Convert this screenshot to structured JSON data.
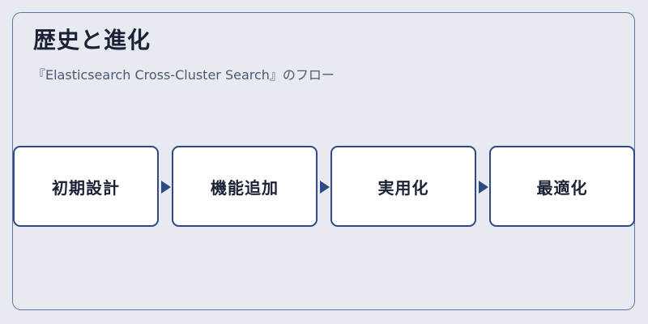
{
  "diagram": {
    "title": "歴史と進化",
    "subtitle": "『Elasticsearch Cross-Cluster Search』のフロー",
    "steps": [
      {
        "label": "初期設計"
      },
      {
        "label": "機能追加"
      },
      {
        "label": "実用化"
      },
      {
        "label": "最適化"
      }
    ]
  },
  "colors": {
    "background": "#e7ebf1",
    "border": "#5b75a8",
    "box_border": "#2d4a82",
    "box_fill": "#ffffff",
    "text": "#1b2235"
  }
}
